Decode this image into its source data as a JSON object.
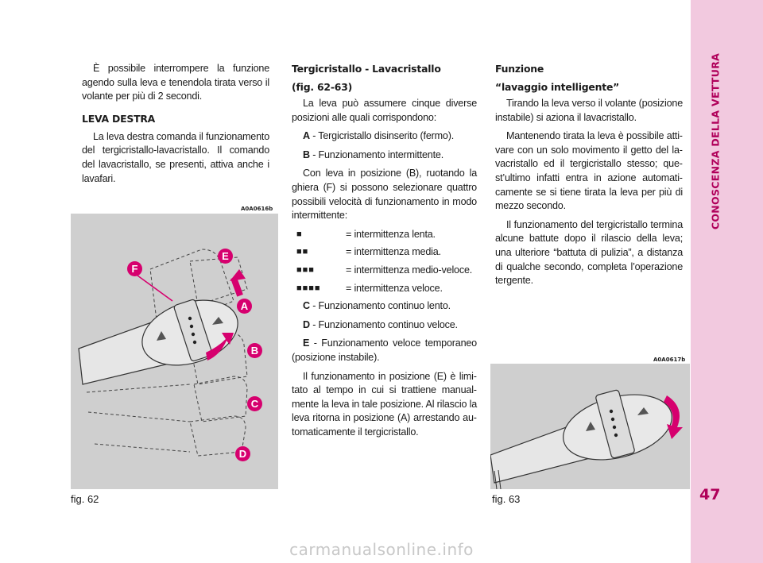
{
  "sidebar_title": "CONOSCENZA DELLA VETTURA",
  "page_number": "47",
  "col1": {
    "p1": "È possibile interrompere la funzione agen­do sulla leva e tenendola tirata verso il vo­lante per più di 2 secondi.",
    "heading": "LEVA DESTRA",
    "p2": "La leva destra comanda il funzionamento del tergicristallo-lavacristallo. Il comando del lavacristallo, se presenti, attiva anche i la­vafari."
  },
  "col2": {
    "heading": "Tergicristallo - Lavacristallo",
    "heading_ref": "(fig. 62-63)",
    "intro": "La leva può assumere cinque diverse po­sizioni alle quali corrispondono:",
    "A": {
      "key": "A",
      "text": " - Tergicristallo disinserito (fermo)."
    },
    "B": {
      "key": "B",
      "text": " - Funzionamento intermittente."
    },
    "p_b": "Con leva in posizione (B), ruotando la ghiera (F) si possono selezionare quattro possibili velocità di funzionamento in mo­do intermittente:",
    "speeds": [
      {
        "marks": "■",
        "text": "= intermittenza lenta."
      },
      {
        "marks": "■■",
        "text": "= intermittenza media."
      },
      {
        "marks": "■■■",
        "text": "= intermittenza medio-veloce."
      },
      {
        "marks": "■■■■",
        "text": "= intermittenza veloce."
      }
    ],
    "C": {
      "key": "C",
      "text": " - Funzionamento continuo lento."
    },
    "D": {
      "key": "D",
      "text": " - Funzionamento continuo veloce."
    },
    "E": {
      "key": "E",
      "text": " - Funzionamento veloce temporaneo (posizione instabile)."
    },
    "p_e": "Il funzionamento in posizione (E) è limi­tato al tempo in cui si trattiene manual­mente la leva in tale posizione. Al rilascio la leva ritorna in posizione (A) arrestando au­tomaticamente il tergicristallo."
  },
  "col3": {
    "heading1": "Funzione",
    "heading2": "“lavaggio intelligente”",
    "p1": "Tirando la leva verso il volante (posizio­ne instabile) si aziona il lavacristallo.",
    "p2": "Mantenendo tirata la leva è possibile atti­vare con un solo movimento il getto del la­vacristallo ed il tergicristallo stesso; que­st’ultimo infatti entra in azione automati­camente se si tiene tirata la leva per più di mezzo secondo.",
    "p3": "Il funzionamento del tergicristallo termina alcune battute dopo il rilascio della leva; una ulteriore “battuta di pulizia”, a distanza di qualche secondo, completa l’operazione ter­gente."
  },
  "fig62": {
    "code": "A0A0616b",
    "caption": "fig. 62",
    "labels": {
      "A": "A",
      "B": "B",
      "C": "C",
      "D": "D",
      "E": "E",
      "F": "F"
    }
  },
  "fig63": {
    "code": "A0A0617b",
    "caption": "fig. 63"
  },
  "footer": "carmanualsonline.info",
  "colors": {
    "accent": "#b0005a",
    "sidebar": "#f2c9df",
    "figure_bg": "#cfcfcf",
    "badge": "#d6006e"
  }
}
